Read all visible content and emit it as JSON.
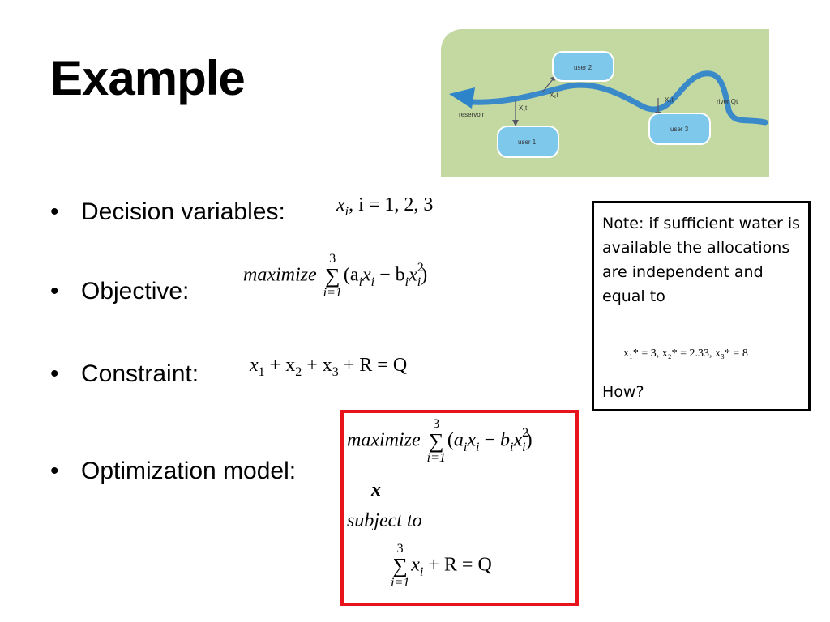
{
  "slide": {
    "title": "Example"
  },
  "bullets": [
    {
      "marker": "•",
      "label": "Decision variables:"
    },
    {
      "marker": "•",
      "label": "Objective:"
    },
    {
      "marker": "•",
      "label": "Constraint:"
    },
    {
      "marker": "•",
      "label": "Optimization model:"
    }
  ],
  "formulas": {
    "decision": {
      "x": "x",
      "i": "i",
      "rest": ", i = 1, 2, 3"
    },
    "objective": {
      "word": "maximize",
      "upper": "3",
      "lower": "i=1",
      "sigma": "∑",
      "body": "(a",
      "xi": "x",
      "minus": " − b",
      "xisq": "x",
      "exp": "2",
      "close": ")"
    },
    "constraint": {
      "x1": "x",
      "s1": "1",
      "p1": " + x",
      "s2": "2",
      "p2": " + x",
      "s3": "3",
      "rest": " + R = Q"
    }
  },
  "model": {
    "word": "maximize",
    "upper": "3",
    "lower": "i=1",
    "sigma": "∑",
    "var": "x",
    "subject_to": "subject to",
    "c_upper": "3",
    "c_lower": "i=1",
    "c_tail": " + R = Q",
    "exp": "2"
  },
  "note": {
    "text": "Note:  if sufficient water is available the allocations are independent and equal to",
    "values": "x₁* = 3,  x₂* = 2.33,  x₃* = 8",
    "how": "How?"
  },
  "diagram": {
    "reservoir": "reservoir",
    "user1": "user 1",
    "user2": "user 2",
    "user3": "user 3",
    "x1": "X₁t",
    "x2": "X₂t",
    "x3": "X₃t",
    "river": "river Qt",
    "bg_color": "#c3d9a1",
    "river_color": "#3a89c9",
    "box_color": "#7ec8ec"
  }
}
